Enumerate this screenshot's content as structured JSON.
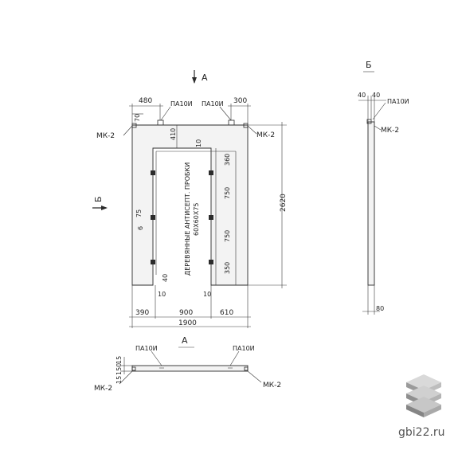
{
  "views": {
    "section_a": "А",
    "section_b": "Б"
  },
  "marks": {
    "loop": "ПА10И",
    "embedded": "МК-2"
  },
  "front": {
    "top_dims": {
      "left": "480",
      "right": "300",
      "small": "70"
    },
    "opening_dims": {
      "head": "410",
      "gap": "10",
      "d1": "360",
      "d2": "750",
      "d3": "750",
      "d4": "350",
      "sill": "40",
      "small_75": "75",
      "small_6": "6"
    },
    "bottom_dims": {
      "left": "390",
      "middle": "900",
      "right": "610",
      "total": "1900",
      "gap_left": "10",
      "gap_right": "10"
    },
    "height_dim": "2620",
    "note_line1": "ДЕРЕВЯННЫЕ АНТИСЕПТ. ПРОБКИ",
    "note_line2": "60Х60Х75"
  },
  "side": {
    "top_left": "40",
    "top_right": "40",
    "bottom": "80"
  },
  "plan": {
    "dim_top": "15",
    "dim_mid": "150",
    "dim_bot": "15"
  },
  "site": "gbi22.ru",
  "colors": {
    "line": "#2b2b2b",
    "panel_fill": "#f3f3f3"
  }
}
